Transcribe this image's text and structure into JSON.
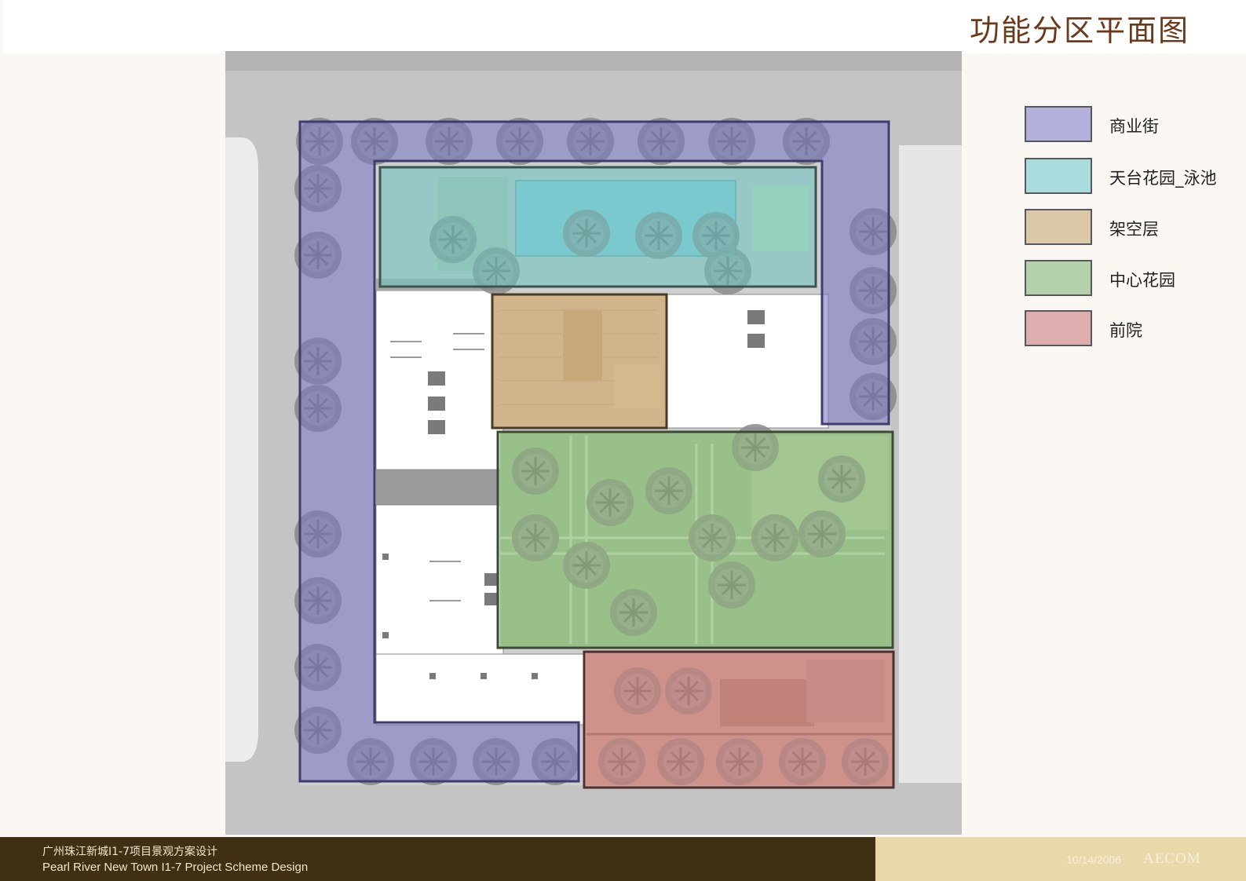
{
  "page": {
    "title": "功能分区平面图"
  },
  "legend": {
    "items": [
      {
        "label": "商业街",
        "color": "#b3b1dc"
      },
      {
        "label": "天台花园_泳池",
        "color": "#a9dcdc"
      },
      {
        "label": "架空层",
        "color": "#dcc9a8"
      },
      {
        "label": "中心花园",
        "color": "#b4d1ab"
      },
      {
        "label": "前院",
        "color": "#deaeae"
      }
    ]
  },
  "footer": {
    "project_cn": "广州珠江新城I1-7项目景观方案设计",
    "project_en": "Pearl River New Town I1-7 Project  Scheme Design",
    "date": "10/14/2006",
    "brand": "AECOM"
  },
  "colors": {
    "commercial_street": "#7b79c2",
    "roof_garden": "#69c3bf",
    "stilt_floor": "#c9a067",
    "central_garden": "#8cbd78",
    "front_yard": "#d87f7a",
    "footer_dark": "#3f2f14",
    "footer_light": "#e9d8a9",
    "title": "#6b3a1c"
  }
}
